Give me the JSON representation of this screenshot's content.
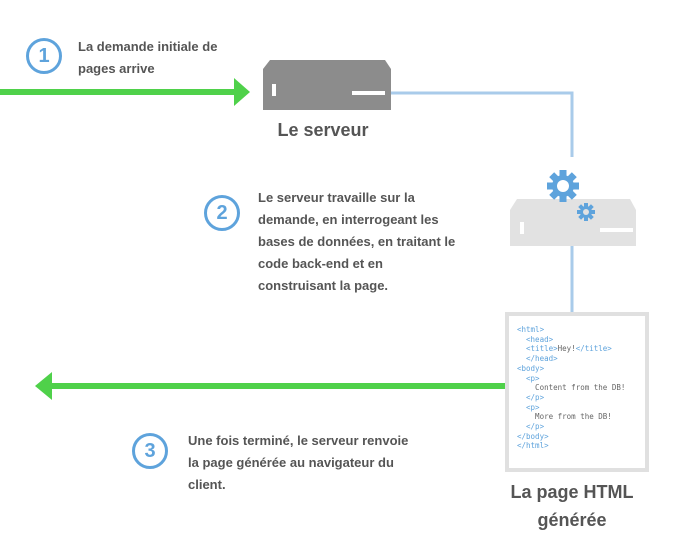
{
  "steps": [
    {
      "number": "1",
      "text": [
        "La demande initiale de",
        "pages arrive"
      ]
    },
    {
      "number": "2",
      "text": [
        "Le serveur travaille sur la",
        "demande, en interrogeant les",
        "bases de données, en traitant le",
        "code back-end et en",
        "construisant la page."
      ]
    },
    {
      "number": "3",
      "text": [
        "Une fois terminé, le serveur renvoie",
        "la page générée au navigateur du",
        "client."
      ]
    }
  ],
  "server_label": "Le serveur",
  "page_label": [
    "La page HTML",
    "générée"
  ],
  "code_lines": [
    {
      "tag": "<html>",
      "text": ""
    },
    {
      "tag": "  <head>",
      "text": ""
    },
    {
      "tag": "  <title>",
      "text": "Hey!",
      "close": "</title>"
    },
    {
      "tag": "  </head>",
      "text": ""
    },
    {
      "tag": "<body>",
      "text": ""
    },
    {
      "tag": "  <p>",
      "text": ""
    },
    {
      "tag": "",
      "text": "    Content from the DB!"
    },
    {
      "tag": "  </p>",
      "text": ""
    },
    {
      "tag": "  <p>",
      "text": ""
    },
    {
      "tag": "",
      "text": "    More from the DB!"
    },
    {
      "tag": "  </p>",
      "text": ""
    },
    {
      "tag": "</body>",
      "text": ""
    },
    {
      "tag": "</html>",
      "text": ""
    }
  ],
  "colors": {
    "arrow": "#4fd14a",
    "connector": "#a9cbea",
    "accent": "#5ea3dc",
    "server_dark": "#8c8c8c",
    "server_light": "#e2e2e2"
  }
}
